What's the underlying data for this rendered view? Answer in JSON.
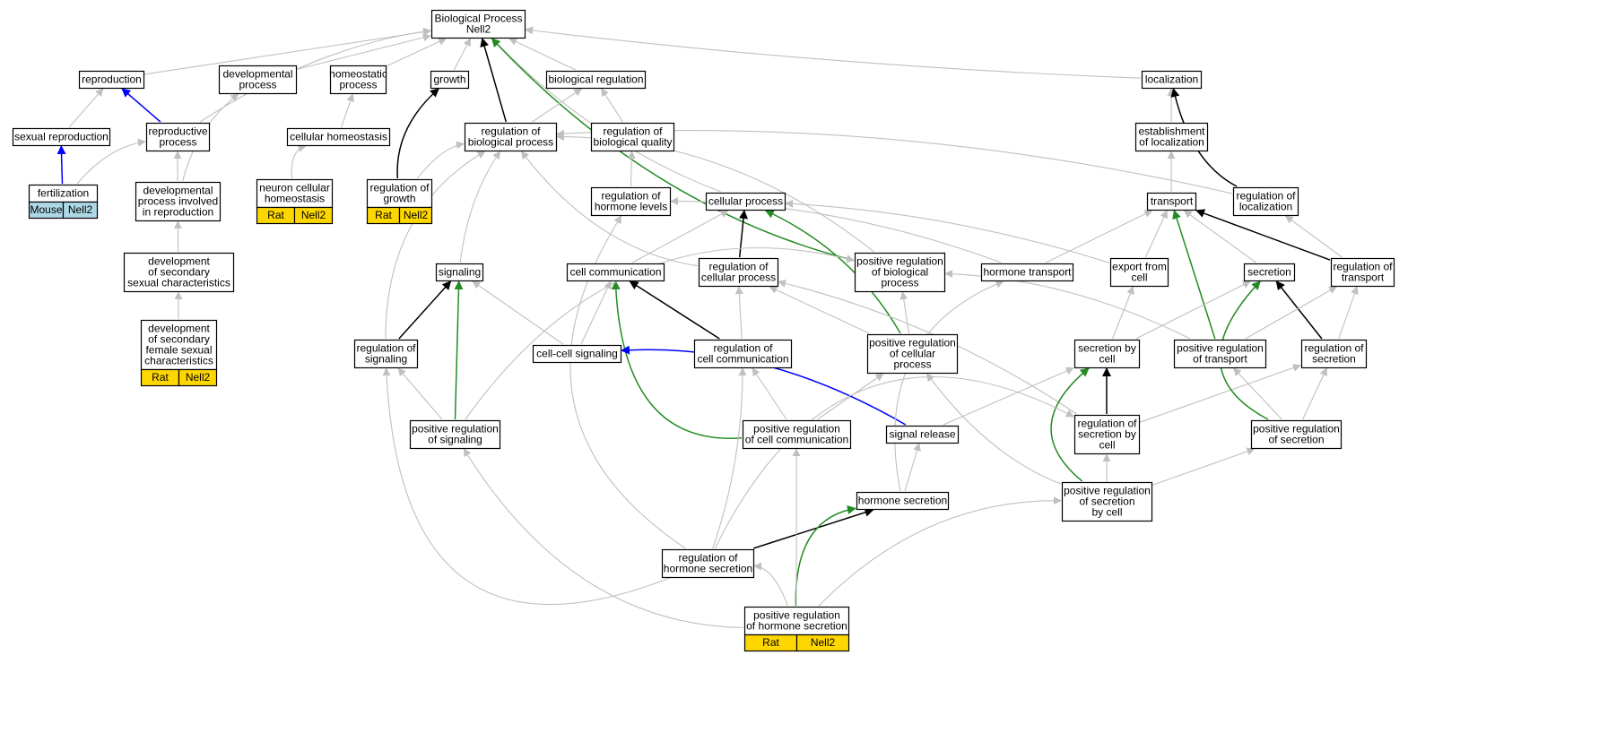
{
  "diagram": {
    "colors": {
      "node_stroke": "#000000",
      "gray": "#c0c0c0",
      "black": "#000000",
      "blue": "#0000ff",
      "green": "#228b22",
      "gold": "#ffd700",
      "lightblue": "#add8e6"
    },
    "nodes": {
      "root": [
        "Biological Process",
        "Nell2"
      ],
      "reproduction": [
        "reproduction"
      ],
      "devproc": [
        "developmental",
        "process"
      ],
      "homeoproc": [
        "homeostatic",
        "process"
      ],
      "growth": [
        "growth"
      ],
      "bioreg": [
        "biological regulation"
      ],
      "localization": [
        "localization"
      ],
      "sexrep": [
        "sexual reproduction"
      ],
      "repproc": [
        "reproductive",
        "process"
      ],
      "cellhomeo": [
        "cellular homeostasis"
      ],
      "regbio": [
        "regulation of",
        "biological process"
      ],
      "regbioq": [
        "regulation of",
        "biological quality"
      ],
      "estloc": [
        "establishment",
        "of localization"
      ],
      "fert": [
        "fertilization"
      ],
      "devrep": [
        "developmental",
        "process involved",
        "in reproduction"
      ],
      "neuronhomeo": [
        "neuron cellular",
        "homeostasis"
      ],
      "reggrowth": [
        "regulation of",
        "growth"
      ],
      "reghorm": [
        "regulation of",
        "hormone levels"
      ],
      "cellproc": [
        "cellular process"
      ],
      "transport": [
        "transport"
      ],
      "regloc": [
        "regulation of",
        "localization"
      ],
      "devsec": [
        "development",
        "of secondary",
        "sexual characteristics"
      ],
      "signaling": [
        "signaling"
      ],
      "cellcomm": [
        "cell communication"
      ],
      "regcellproc": [
        "regulation of",
        "cellular process"
      ],
      "posregbio": [
        "positive regulation",
        "of biological",
        "process"
      ],
      "hormtrans": [
        "hormone transport"
      ],
      "export": [
        "export from",
        "cell"
      ],
      "secretion": [
        "secretion"
      ],
      "regtrans": [
        "regulation of",
        "transport"
      ],
      "devsecfem": [
        "development",
        "of secondary",
        "female sexual",
        "characteristics"
      ],
      "regsig": [
        "regulation of",
        "signaling"
      ],
      "ccsig": [
        "cell-cell signaling"
      ],
      "regcc": [
        "regulation of",
        "cell communication"
      ],
      "posregcell": [
        "positive regulation",
        "of cellular",
        "process"
      ],
      "secbycell": [
        "secretion by",
        "cell"
      ],
      "posregtrans": [
        "positive regulation",
        "of transport"
      ],
      "regsec": [
        "regulation of",
        "secretion"
      ],
      "posregsig": [
        "positive regulation",
        "of signaling"
      ],
      "posregcc": [
        "positive regulation",
        "of cell communication"
      ],
      "sigrel": [
        "signal release"
      ],
      "regsecbycell": [
        "regulation of",
        "secretion by",
        "cell"
      ],
      "posregsec": [
        "positive regulation",
        "of secretion"
      ],
      "hormsec": [
        "hormone secretion"
      ],
      "posregsecbycell": [
        "positive regulation",
        "of secretion",
        "by cell"
      ],
      "reghormsec": [
        "regulation of",
        "hormone secretion"
      ],
      "posreghormsec": [
        "positive regulation",
        "of hormone secretion"
      ]
    },
    "annotations": {
      "fert": {
        "species": "Mouse",
        "gene": "Nell2",
        "fill": "lightblue"
      },
      "neuronhomeo": {
        "species": "Rat",
        "gene": "Nell2",
        "fill": "gold"
      },
      "reggrowth": {
        "species": "Rat",
        "gene": "Nell2",
        "fill": "gold"
      },
      "devsecfem": {
        "species": "Rat",
        "gene": "Nell2",
        "fill": "gold"
      },
      "posreghormsec": {
        "species": "Rat",
        "gene": "Nell2",
        "fill": "gold"
      }
    },
    "edges": [
      {
        "from": "reproduction",
        "to": "root",
        "color": "gray"
      },
      {
        "from": "devproc",
        "to": "root",
        "color": "gray"
      },
      {
        "from": "homeoproc",
        "to": "root",
        "color": "gray"
      },
      {
        "from": "growth",
        "to": "root",
        "color": "gray"
      },
      {
        "from": "bioreg",
        "to": "root",
        "color": "gray"
      },
      {
        "from": "localization",
        "to": "root",
        "color": "gray"
      },
      {
        "from": "cellproc",
        "to": "root",
        "color": "gray"
      },
      {
        "from": "repproc",
        "to": "root",
        "color": "gray"
      },
      {
        "from": "regbio",
        "to": "root",
        "color": "black"
      },
      {
        "from": "posregbio",
        "to": "root",
        "color": "green"
      },
      {
        "from": "sexrep",
        "to": "reproduction",
        "color": "gray"
      },
      {
        "from": "repproc",
        "to": "reproduction",
        "color": "blue"
      },
      {
        "from": "fert",
        "to": "sexrep",
        "color": "blue"
      },
      {
        "from": "fert",
        "to": "repproc",
        "color": "gray"
      },
      {
        "from": "devrep",
        "to": "repproc",
        "color": "gray"
      },
      {
        "from": "devrep",
        "to": "devproc",
        "color": "gray"
      },
      {
        "from": "devsec",
        "to": "devrep",
        "color": "gray"
      },
      {
        "from": "devsecfem",
        "to": "devsec",
        "color": "gray"
      },
      {
        "from": "cellhomeo",
        "to": "homeoproc",
        "color": "gray"
      },
      {
        "from": "neuronhomeo",
        "to": "cellhomeo",
        "color": "gray"
      },
      {
        "from": "reggrowth",
        "to": "growth",
        "color": "black"
      },
      {
        "from": "reggrowth",
        "to": "regbio",
        "color": "gray"
      },
      {
        "from": "regbio",
        "to": "bioreg",
        "color": "gray"
      },
      {
        "from": "regbioq",
        "to": "bioreg",
        "color": "gray"
      },
      {
        "from": "reghorm",
        "to": "regbioq",
        "color": "gray"
      },
      {
        "from": "estloc",
        "to": "localization",
        "color": "gray"
      },
      {
        "from": "regloc",
        "to": "localization",
        "color": "black"
      },
      {
        "from": "transport",
        "to": "estloc",
        "color": "gray"
      },
      {
        "from": "regloc",
        "to": "regbio",
        "color": "gray"
      },
      {
        "from": "regtrans",
        "to": "regloc",
        "color": "gray"
      },
      {
        "from": "regtrans",
        "to": "transport",
        "color": "black"
      },
      {
        "from": "regcellproc",
        "to": "cellproc",
        "color": "black"
      },
      {
        "from": "regcellproc",
        "to": "regbio",
        "color": "gray"
      },
      {
        "from": "cellcomm",
        "to": "cellproc",
        "color": "gray"
      },
      {
        "from": "export",
        "to": "cellproc",
        "color": "gray"
      },
      {
        "from": "hormtrans",
        "to": "reghorm",
        "color": "gray"
      },
      {
        "from": "hormtrans",
        "to": "transport",
        "color": "gray"
      },
      {
        "from": "export",
        "to": "transport",
        "color": "gray"
      },
      {
        "from": "secretion",
        "to": "transport",
        "color": "gray"
      },
      {
        "from": "posregtrans",
        "to": "transport",
        "color": "green"
      },
      {
        "from": "posregbio",
        "to": "regbio",
        "color": "gray"
      },
      {
        "from": "signaling",
        "to": "regbio",
        "color": "gray"
      },
      {
        "from": "regsig",
        "to": "regbio",
        "color": "gray"
      },
      {
        "from": "regsig",
        "to": "signaling",
        "color": "black"
      },
      {
        "from": "posregsig",
        "to": "signaling",
        "color": "green"
      },
      {
        "from": "ccsig",
        "to": "signaling",
        "color": "gray"
      },
      {
        "from": "ccsig",
        "to": "cellcomm",
        "color": "gray"
      },
      {
        "from": "regcc",
        "to": "cellcomm",
        "color": "black"
      },
      {
        "from": "regcc",
        "to": "regcellproc",
        "color": "gray"
      },
      {
        "from": "posregcc",
        "to": "cellcomm",
        "color": "green"
      },
      {
        "from": "posregcc",
        "to": "regcc",
        "color": "gray"
      },
      {
        "from": "posregcc",
        "to": "posregcell",
        "color": "gray"
      },
      {
        "from": "posregcell",
        "to": "cellproc",
        "color": "green"
      },
      {
        "from": "posregcell",
        "to": "regcellproc",
        "color": "gray"
      },
      {
        "from": "posregcell",
        "to": "posregbio",
        "color": "gray"
      },
      {
        "from": "posregsig",
        "to": "regsig",
        "color": "gray"
      },
      {
        "from": "posregsig",
        "to": "posregbio",
        "color": "gray"
      },
      {
        "from": "sigrel",
        "to": "ccsig",
        "color": "blue"
      },
      {
        "from": "sigrel",
        "to": "secbycell",
        "color": "gray"
      },
      {
        "from": "secbycell",
        "to": "export",
        "color": "gray"
      },
      {
        "from": "secbycell",
        "to": "secretion",
        "color": "gray"
      },
      {
        "from": "regsecbycell",
        "to": "secbycell",
        "color": "black"
      },
      {
        "from": "regsecbycell",
        "to": "regcellproc",
        "color": "gray"
      },
      {
        "from": "regsecbycell",
        "to": "regsec",
        "color": "gray"
      },
      {
        "from": "regsec",
        "to": "secretion",
        "color": "black"
      },
      {
        "from": "regsec",
        "to": "regtrans",
        "color": "gray"
      },
      {
        "from": "posregtrans",
        "to": "regtrans",
        "color": "gray"
      },
      {
        "from": "posregtrans",
        "to": "posregbio",
        "color": "gray"
      },
      {
        "from": "posregsec",
        "to": "secretion",
        "color": "green"
      },
      {
        "from": "posregsec",
        "to": "regsec",
        "color": "gray"
      },
      {
        "from": "posregsec",
        "to": "posregtrans",
        "color": "gray"
      },
      {
        "from": "hormsec",
        "to": "sigrel",
        "color": "gray"
      },
      {
        "from": "hormsec",
        "to": "hormtrans",
        "color": "gray"
      },
      {
        "from": "posregsecbycell",
        "to": "secbycell",
        "color": "green"
      },
      {
        "from": "posregsecbycell",
        "to": "regsecbycell",
        "color": "gray"
      },
      {
        "from": "posregsecbycell",
        "to": "posregsec",
        "color": "gray"
      },
      {
        "from": "posregsecbycell",
        "to": "posregcell",
        "color": "gray"
      },
      {
        "from": "reghormsec",
        "to": "hormsec",
        "color": "black"
      },
      {
        "from": "reghormsec",
        "to": "reghorm",
        "color": "gray"
      },
      {
        "from": "reghormsec",
        "to": "regcc",
        "color": "gray"
      },
      {
        "from": "reghormsec",
        "to": "regsig",
        "color": "gray"
      },
      {
        "from": "reghormsec",
        "to": "regsecbycell",
        "color": "gray"
      },
      {
        "from": "posreghormsec",
        "to": "reghormsec",
        "color": "gray"
      },
      {
        "from": "posreghormsec",
        "to": "hormsec",
        "color": "green"
      },
      {
        "from": "posreghormsec",
        "to": "posregcc",
        "color": "gray"
      },
      {
        "from": "posreghormsec",
        "to": "posregsig",
        "color": "gray"
      },
      {
        "from": "posreghormsec",
        "to": "posregsecbycell",
        "color": "gray"
      }
    ]
  }
}
